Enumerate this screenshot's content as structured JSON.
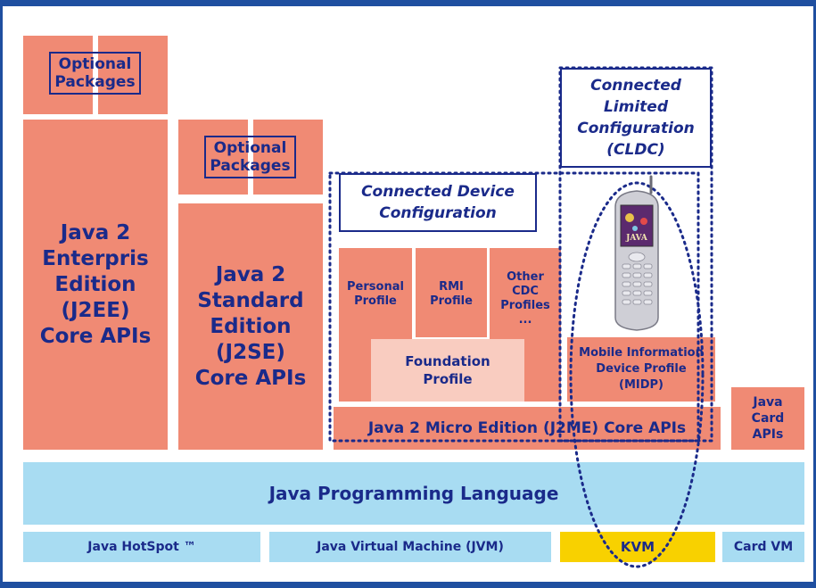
{
  "colors": {
    "block": "#f08a74",
    "text": "#1a2a8a",
    "blue_bar": "#a8dcf2",
    "kvm": "#f8d100",
    "foundation": "#f9ccc0",
    "frame": "#1f4fa0"
  },
  "j2ee": {
    "optional_packages": "Optional\nPackages",
    "title": "Java 2\nEnterpris\nEdition\n(J2EE)\nCore APIs"
  },
  "j2se": {
    "optional_packages": "Optional\nPackages",
    "title": "Java 2\nStandard\nEdition\n(J2SE)\nCore APIs"
  },
  "cdc": {
    "config_label": "Connected Device\nConfiguration",
    "profiles": [
      "Personal\nProfile",
      "RMI\nProfile",
      "Other\nCDC\nProfiles\n..."
    ],
    "foundation": "Foundation\nProfile"
  },
  "cldc": {
    "config_label": "Connected\nLimited\nConfiguration\n(CLDC)",
    "midp": "Mobile Information\nDevice Profile\n(MIDP)",
    "phone_screen_text": "JAVA"
  },
  "j2me_core": "Java 2 Micro Edition (J2ME) Core APIs",
  "java_card": "Java\nCard\nAPIs",
  "language": "Java Programming Language",
  "vms": {
    "hotspot": "Java HotSpot ™",
    "jvm": "Java Virtual Machine (JVM)",
    "kvm": "KVM",
    "card_vm": "Card VM"
  }
}
